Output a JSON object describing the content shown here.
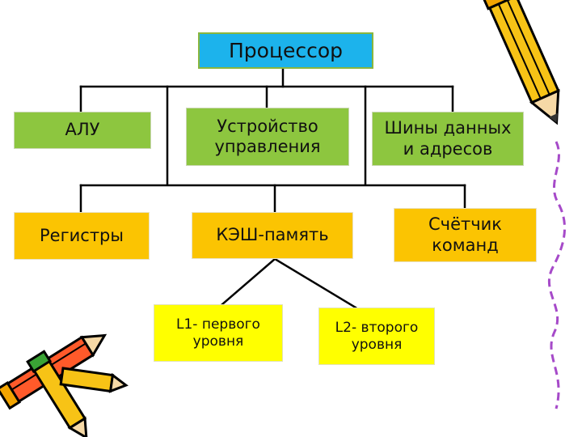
{
  "diagram": {
    "root": {
      "label": "Процессор"
    },
    "row1": [
      {
        "label": "АЛУ"
      },
      {
        "label": "Устройство\nуправления"
      },
      {
        "label": "Шины данных\nи адресов"
      }
    ],
    "row2": [
      {
        "label": "Регистры"
      },
      {
        "label": "КЭШ-память"
      },
      {
        "label": "Счётчик\nкоманд"
      }
    ],
    "row3": [
      {
        "label": "L1- первого\nуровня"
      },
      {
        "label": "L2- второго\nуровня"
      }
    ]
  },
  "colors": {
    "root": "#1cb3ec",
    "row1": "#8dc63f",
    "row2": "#fbc402",
    "row3": "#ffff00",
    "connector": "#000000"
  },
  "decorations": [
    "pencil-icon",
    "pencils-icon",
    "squiggle-line"
  ]
}
